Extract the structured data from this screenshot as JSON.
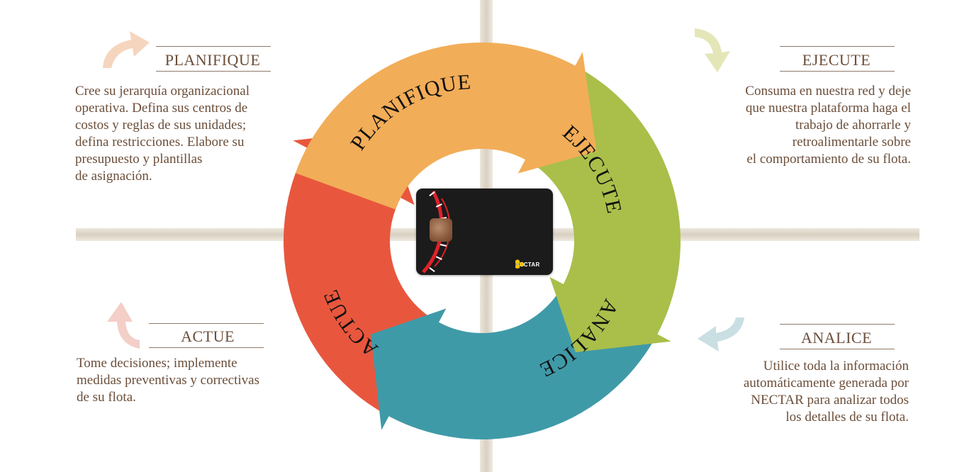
{
  "diagram": {
    "stages": [
      {
        "id": "planifique",
        "label": "PLANIFIQUE",
        "color": "#f2ad58"
      },
      {
        "id": "ejecute",
        "label": "EJECUTE",
        "color": "#a9bf4a"
      },
      {
        "id": "analice",
        "label": "ANALICE",
        "color": "#3f9aa8"
      },
      {
        "id": "actue",
        "label": "ACTUE",
        "color": "#e8573d"
      }
    ],
    "card": {
      "brand": "NECTAR",
      "accent_color": "#e0212a"
    }
  },
  "panels": {
    "planifique": {
      "title": "PLANIFIQUE",
      "body": "Cree su jerarquía organizacional\noperativa. Defina sus centros de\ncostos y reglas de sus unidades;\ndefina restricciones. Elabore su\npresupuesto y plantillas\nde asignación.",
      "icon": "curved-arrow-icon",
      "icon_color": "#f6d5be"
    },
    "ejecute": {
      "title": "EJECUTE",
      "body": "Consuma en nuestra red y deje\nque nuestra plataforma haga el\ntrabajo de ahorrarle y\nretroalimentarle sobre\nel comportamiento de su flota.",
      "icon": "curved-arrow-icon",
      "icon_color": "#e5e6b8"
    },
    "analice": {
      "title": "ANALICE",
      "body": "Utilice toda la información\nautomáticamente generada por\nNECTAR para analizar todos\nlos detalles de su flota.",
      "icon": "curved-arrow-icon",
      "icon_color": "#c9dfe3"
    },
    "actue": {
      "title": "ACTUE",
      "body": "Tome decisiones; implemente\nmedidas preventivas y correctivas\nde su flota.",
      "icon": "curved-arrow-icon",
      "icon_color": "#f3cfc8"
    }
  }
}
